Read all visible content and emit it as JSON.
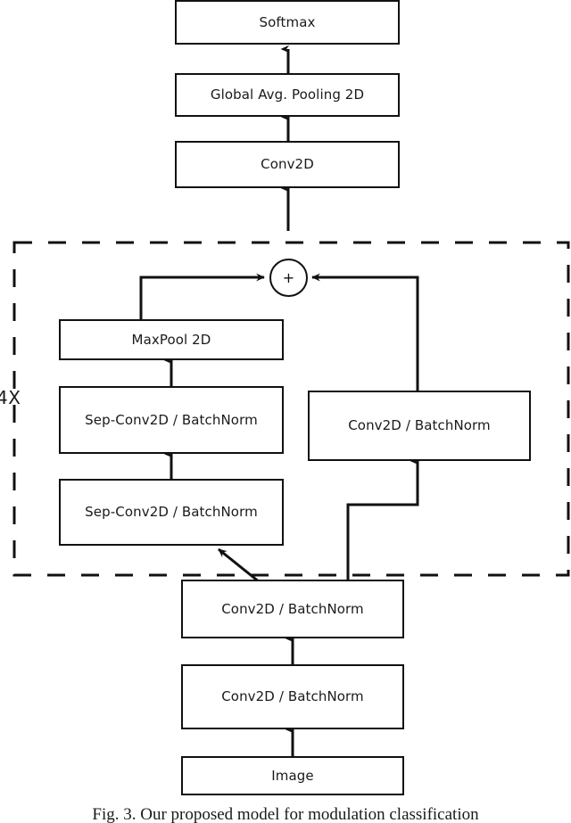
{
  "figure": {
    "caption": "Fig. 3.  Our proposed model for modulation classification",
    "repeat_label": "4X",
    "add_symbol": "+"
  },
  "nodes": {
    "softmax": {
      "label": "Softmax"
    },
    "global_avg_pooling": {
      "label": "Global Avg. Pooling 2D"
    },
    "conv2d_head": {
      "label": "Conv2D"
    },
    "maxpool": {
      "label": "MaxPool 2D"
    },
    "sep_conv_upper": {
      "label": "Sep-Conv2D / BatchNorm"
    },
    "sep_conv_lower": {
      "label": "Sep-Conv2D / BatchNorm"
    },
    "conv_bn_skip": {
      "label": "Conv2D / BatchNorm"
    },
    "conv_bn_stem_upper": {
      "label": "Conv2D / BatchNorm"
    },
    "conv_bn_stem_lower": {
      "label": "Conv2D / BatchNorm"
    },
    "image": {
      "label": "Image"
    }
  },
  "colors": {
    "stroke": "#111111",
    "fill": "#ffffff",
    "text": "#1a1a1a"
  }
}
